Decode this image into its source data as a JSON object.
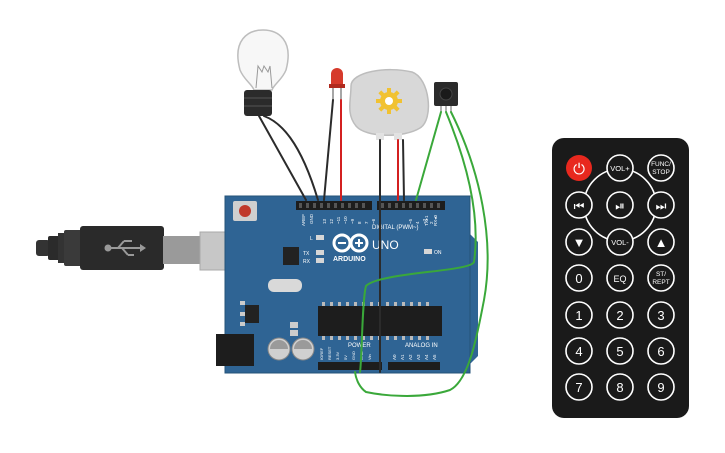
{
  "board": {
    "brand": "ARDUINO",
    "model": "UNO",
    "digital_label": "DIGITAL (PWM~)",
    "power_label": "POWER",
    "analog_label": "ANALOG IN",
    "led_on": "ON",
    "led_tx": "TX",
    "led_rx": "RX",
    "led_l": "L",
    "aref": "AREF",
    "gnd": "GND",
    "tx1": "TX▸1",
    "rx0": "RX◂0",
    "digital_pins": [
      "13",
      "12",
      "~11",
      "~10",
      "~9",
      "8",
      "7",
      "~6",
      "~5",
      "4",
      "~3",
      "2"
    ],
    "power_pins": [
      "IOREF",
      "RESET",
      "3.3V",
      "5V",
      "GND",
      "GND",
      "Vin"
    ],
    "analog_pins": [
      "A0",
      "A1",
      "A2",
      "A3",
      "A4",
      "A5"
    ]
  },
  "remote": {
    "power_glyph": "⏻",
    "vol_plus": "VOL+",
    "vol_minus": "VOL-",
    "func_line1": "FUNC/",
    "func_line2": "STOP",
    "prev_glyph": "⏮",
    "play_glyph": "⏯",
    "next_glyph": "⏭",
    "down_glyph": "▼",
    "up_glyph": "▲",
    "zero": "0",
    "eq": "EQ",
    "st_line1": "ST/",
    "st_line2": "REPT",
    "digits": [
      "1",
      "2",
      "3",
      "4",
      "5",
      "6",
      "7",
      "8",
      "9"
    ]
  },
  "colors": {
    "board": "#2f6494",
    "wire_black": "#2b2b2b",
    "wire_red": "#d32020",
    "wire_green": "#3aa83a",
    "remote_body": "#1a1a1a",
    "power_button": "#e8281e"
  }
}
